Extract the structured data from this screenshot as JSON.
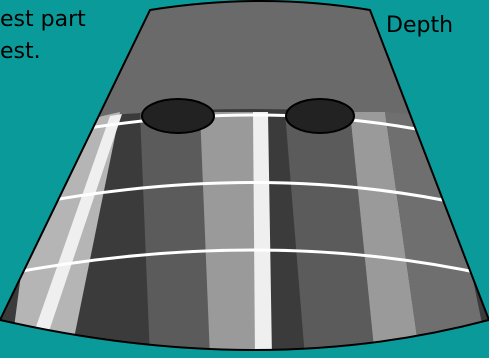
{
  "caption": {
    "line1": "est part",
    "line2": "est."
  },
  "depth_label": "Depth",
  "colors": {
    "background": "#0a9a9a",
    "sector_dark": "#3b3b3b",
    "sector_mid": "#6a6a6a",
    "sector_light": "#9a9a9a",
    "sector_lighter": "#b5b5b5",
    "stripe": "#efefef",
    "arc_line": "#ffffff",
    "cyst": "#222222"
  }
}
